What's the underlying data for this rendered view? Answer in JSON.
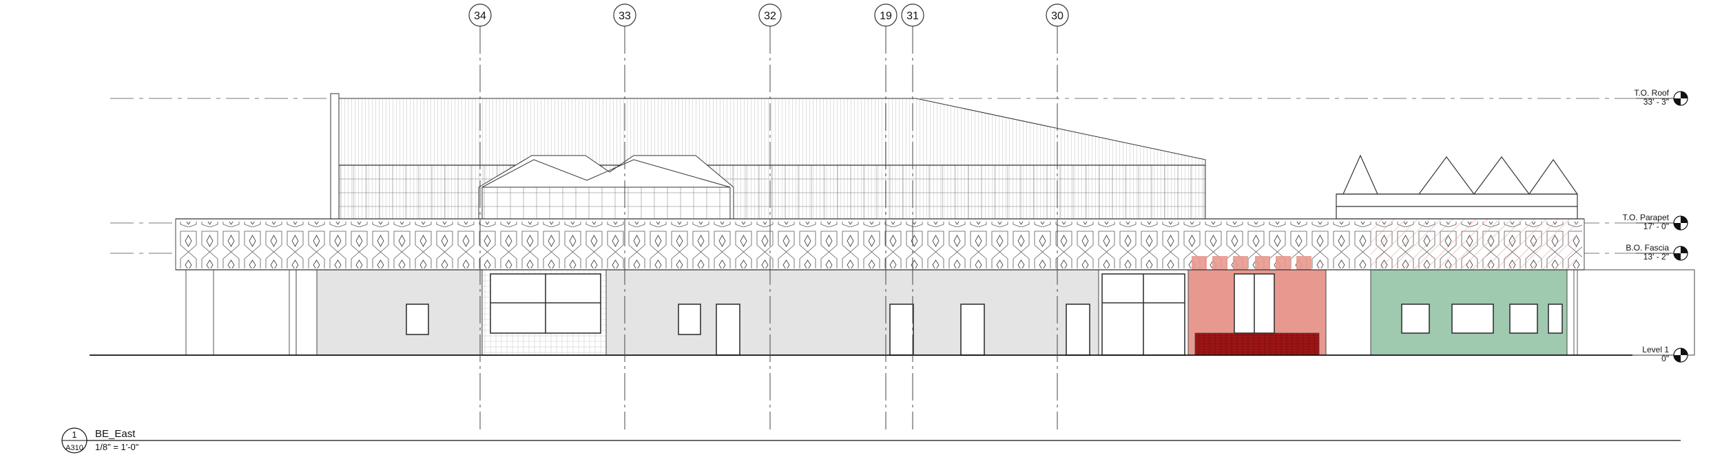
{
  "grid_lines": [
    {
      "label": "34"
    },
    {
      "label": "33"
    },
    {
      "label": "32"
    },
    {
      "label": "19"
    },
    {
      "label": "31"
    },
    {
      "label": "30"
    }
  ],
  "levels": [
    {
      "name": "T.O. Roof",
      "elevation": "33' - 3\""
    },
    {
      "name": "T.O. Parapet",
      "elevation": "17' - 0\""
    },
    {
      "name": "B.O. Fascia",
      "elevation": "13' - 2\""
    },
    {
      "name": "Level 1",
      "elevation": "0\""
    }
  ],
  "view_title": {
    "number": "1",
    "sheet": "A310",
    "name": "BE_East",
    "scale": "1/8\" = 1'-0\""
  },
  "colors": {
    "line": "#111111",
    "wall_grey": "#e4e4e4",
    "salmon": "#e8998f",
    "brick_red": "#9e1515",
    "sage_green": "#9fcab0",
    "hatch_pink": "#e8a0a0"
  }
}
